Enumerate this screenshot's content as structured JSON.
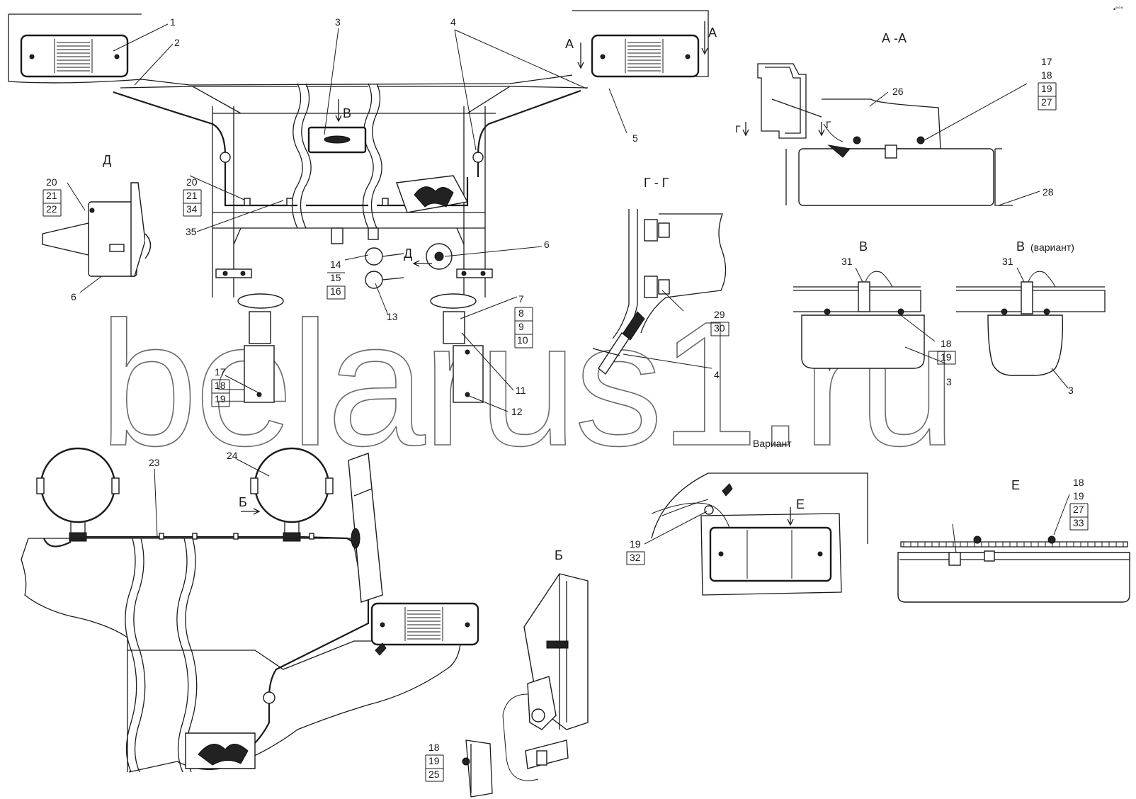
{
  "watermark": "belarus1.ru",
  "corner_mark": "•°°°",
  "views": {
    "aa": "А -А",
    "g": "Г - Г",
    "d": "Д",
    "v": "В",
    "v_variant": "В",
    "v_variant_note": "(вариант)",
    "variant": "Вариант",
    "e": "Е",
    "b": "Б"
  },
  "arrow_labels": {
    "a_left": "А",
    "a_right": "А",
    "v": "В",
    "d": "Д",
    "g_left": "Г",
    "g_right": "Г",
    "b": "Б",
    "e": "Е"
  },
  "callouts": {
    "c1": "1",
    "c2": "2",
    "c3": "3",
    "c4": "4",
    "c5": "5",
    "c6_top": "6",
    "c6_left": "6",
    "c7": "7",
    "c8": "8",
    "c9": "9",
    "c10": "10",
    "c11": "11",
    "c12": "12",
    "c13": "13",
    "c14": "14",
    "c15": "15",
    "c16": "16",
    "c17_aa": "17",
    "c18_aa": "18",
    "c19_aa": "19",
    "c27_aa": "27",
    "c26": "26",
    "c28": "28",
    "c20_d": "20",
    "c21_d": "21",
    "c22_d": "22",
    "c20_m": "20",
    "c21_m": "21",
    "c34_m": "34",
    "c35": "35",
    "c17_b": "17",
    "c18_b": "18",
    "c19_b": "19",
    "c29": "29",
    "c30": "30",
    "c4_g": "4",
    "c31_v": "31",
    "c18_v": "18",
    "c19_v": "19",
    "c3_v": "3",
    "c31_vv": "31",
    "c3_vv": "3",
    "c19_var": "19",
    "c32_var": "32",
    "c18_e": "18",
    "c19_e": "19",
    "c27_e": "27",
    "c33_e": "33",
    "c23": "23",
    "c24": "24",
    "c18_bb": "18",
    "c19_bb": "19",
    "c25_bb": "25"
  }
}
